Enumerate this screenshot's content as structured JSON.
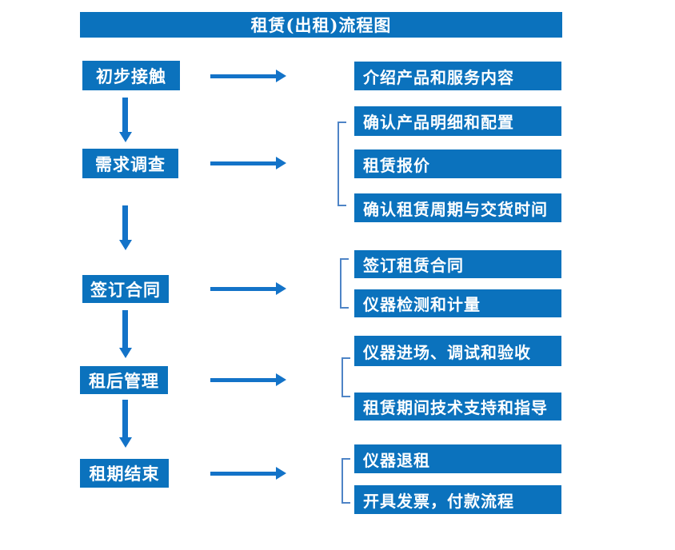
{
  "title": "租赁(出租)流程图",
  "colors": {
    "box_blue": "#0b72bd",
    "arrow_blue": "#1373c8",
    "bracket_blue": "#4e84c6",
    "text_white": "#ffffff"
  },
  "stages": [
    {
      "label": "初步接触",
      "items": [
        "介绍产品和服务内容"
      ]
    },
    {
      "label": "需求调查",
      "items": [
        "确认产品明细和配置",
        "租赁报价",
        "确认租赁周期与交货时间"
      ]
    },
    {
      "label": "签订合同",
      "items": [
        "签订租赁合同",
        "仪器检测和计量"
      ]
    },
    {
      "label": "租后管理",
      "items": [
        "仪器进场、调试和验收",
        "租赁期间技术支持和指导"
      ]
    },
    {
      "label": "租期结束",
      "items": [
        "仪器退租",
        "开具发票，付款流程"
      ]
    }
  ]
}
